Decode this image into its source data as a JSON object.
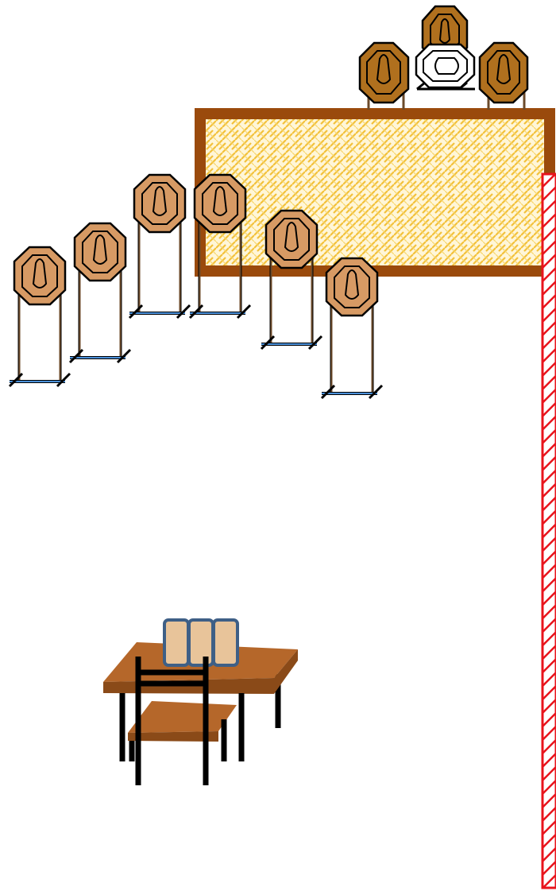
{
  "colors": {
    "background": "#ffffff",
    "berm_frame": "#9a4a0c",
    "berm_fill": "#fff6d8",
    "berm_pattern": "#f3c13a",
    "target_tan": "#d79a64",
    "target_dark": "#b0701e",
    "target_white": "#ffffff",
    "stand_leg": "#6b4a2a",
    "stand_base": "#4a90d9",
    "table_top": "#b5672a",
    "table_edge": "#8a4a18",
    "chair": "#000000",
    "panel_fill": "#e8c49a",
    "panel_border": "#3e5f86",
    "safety_line": "#e8141c"
  },
  "scene": {
    "backstop": {
      "kind": "berm",
      "fill_pattern": "woven"
    },
    "targets": [
      {
        "id": "t1",
        "style": "tan",
        "has_stand": true
      },
      {
        "id": "t2",
        "style": "tan",
        "has_stand": true
      },
      {
        "id": "t3",
        "style": "tan",
        "has_stand": true
      },
      {
        "id": "t4",
        "style": "tan",
        "has_stand": true
      },
      {
        "id": "t5",
        "style": "tan",
        "has_stand": true
      },
      {
        "id": "t6",
        "style": "tan",
        "has_stand": true
      },
      {
        "id": "t7",
        "style": "dark",
        "has_stand": true
      },
      {
        "id": "t8",
        "style": "dark",
        "has_stand": true
      },
      {
        "id": "t9",
        "style": "dark",
        "has_stand": true
      },
      {
        "id": "t10",
        "style": "white",
        "has_stand": true
      }
    ],
    "shooting_station": {
      "table": true,
      "chair": true,
      "panel_count": 3
    },
    "safety_line": {
      "pattern": "hatched",
      "color_key": "safety_line"
    }
  }
}
